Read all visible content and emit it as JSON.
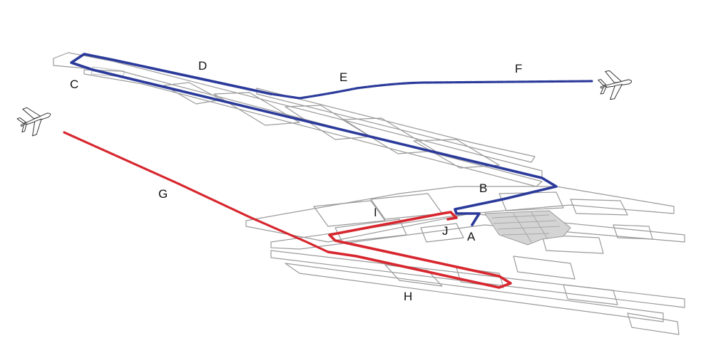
{
  "colors": {
    "departure_route": "#2b3a9a",
    "arrival_route": "#d7262e",
    "arrival_route_halo": "#f2a5a8",
    "departure_route_halo": "#9aa6e0",
    "airfield_outline": "#9a9a9a",
    "terminal": "#bdbdbd"
  },
  "labels": {
    "A": "A",
    "B": "B",
    "C": "C",
    "D": "D",
    "E": "E",
    "F": "F",
    "G": "G",
    "H": "H",
    "I": "I",
    "J": "J"
  },
  "icons": {
    "departing_aircraft": "airplane-icon",
    "arriving_aircraft": "airplane-icon"
  }
}
